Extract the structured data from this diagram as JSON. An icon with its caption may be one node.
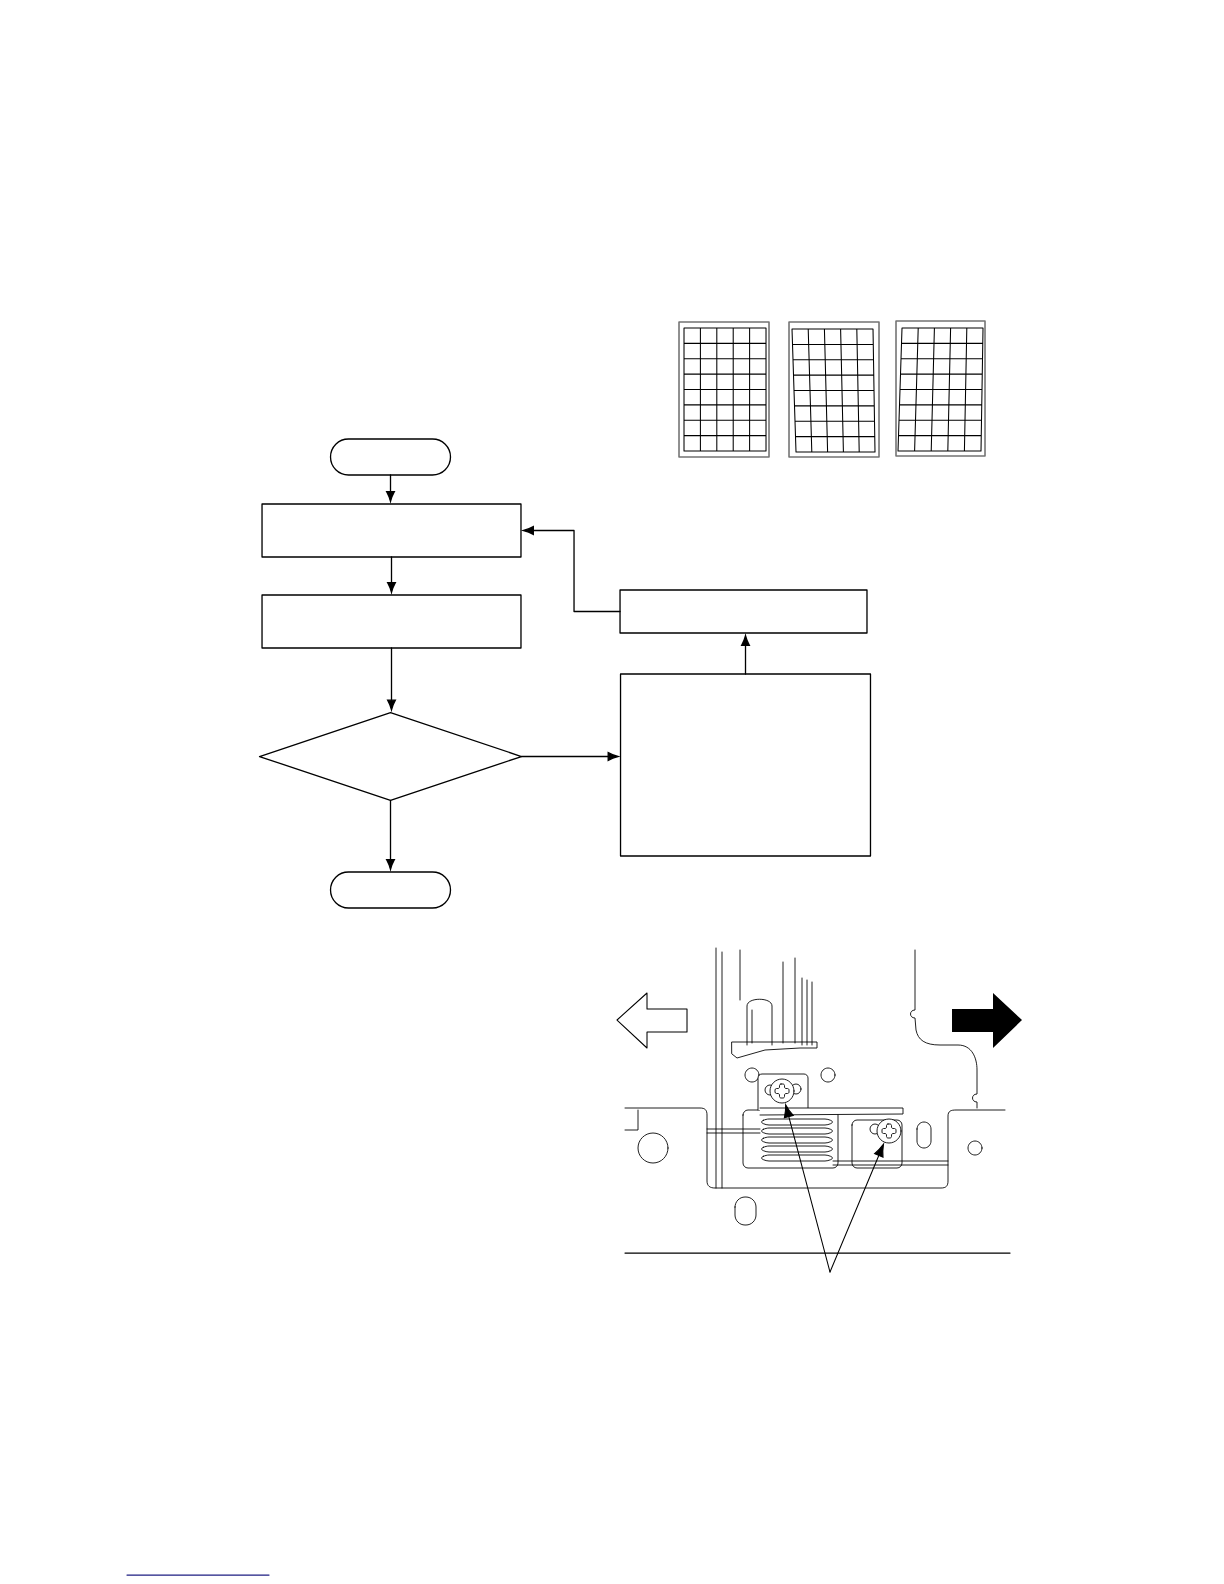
{
  "diagram": {
    "nodes": [
      {
        "text": [],
        "shape": "oval"
      },
      {
        "text": [],
        "shape": "box"
      },
      {
        "text": [],
        "shape": "box"
      },
      {
        "text": [],
        "shape": "diamond"
      },
      {
        "text": [],
        "shape": "oval"
      },
      {
        "text": [],
        "shape": "box"
      },
      {
        "text": [],
        "shape": "box"
      },
      {
        "text": [],
        "shape": "picture"
      },
      {
        "text": [],
        "shape": "picture"
      }
    ],
    "edges": [
      {
        "from": 0,
        "to": 1,
        "arrow": "to"
      },
      {
        "from": 1,
        "to": 2,
        "arrow": "to"
      },
      {
        "from": 2,
        "to": 3,
        "arrow": "to"
      },
      {
        "from": 3,
        "to": 4,
        "arrow": "to"
      },
      {
        "from": 3,
        "to": 5,
        "arrow": "to"
      },
      {
        "from": 5,
        "to": 6,
        "arrow": "to"
      },
      {
        "from": 6,
        "to": 1,
        "arrow": "to"
      },
      {
        "from": null,
        "to": 7,
        "arrow": "to"
      },
      {
        "from": null,
        "to": 8,
        "arrow": "to"
      }
    ]
  }
}
